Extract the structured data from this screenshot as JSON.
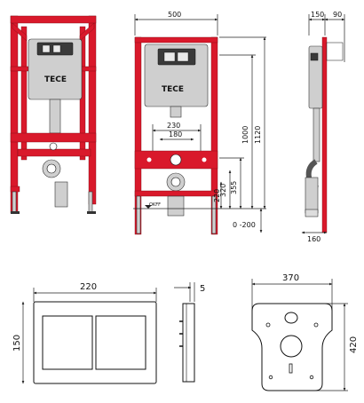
{
  "brand": {
    "logo_text": "TECE",
    "frame_color": "#d9192b"
  },
  "front_view": {
    "width_label": "500",
    "inner_width_label": "230",
    "pipe_spacing_label": "180"
  },
  "side_dimensions": {
    "height_1000": "1000",
    "height_1120": "1120",
    "h355": "355",
    "h320": "320",
    "h220": "220",
    "adjust_range": "0 -200",
    "floor_label": "OKFF"
  },
  "side_view": {
    "top_width_1": "150",
    "top_width_2": "90",
    "bottom_depth": "160"
  },
  "flush_plate": {
    "width": "220",
    "height": "150",
    "thickness": "5"
  },
  "sound_pad": {
    "width": "370",
    "height": "420"
  }
}
